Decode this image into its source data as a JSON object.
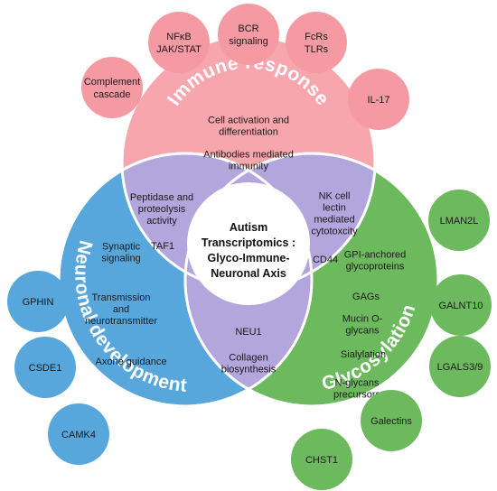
{
  "colors": {
    "immune": "#f7a6ad",
    "immune_bubble": "#f59aa3",
    "neuronal": "#57a7dc",
    "glyco": "#6cba5d",
    "overlap": "#b2a6dd",
    "center": "#ffffff",
    "stroke": "#ffffff"
  },
  "center": {
    "lines": [
      "Autism",
      "Transcriptomics :",
      "Glyco-Immune-",
      "Neuronal Axis"
    ]
  },
  "immune": {
    "title": "Immune response",
    "items": [
      [
        "Cell activation and",
        "differentiation"
      ],
      [
        "Antibodies mediated",
        "immunity"
      ]
    ],
    "bubbles": [
      [
        "NFκB",
        "JAK/STAT"
      ],
      [
        "BCR",
        "signaling"
      ],
      [
        "FcRs",
        "TLRs"
      ],
      [
        "Complement",
        "cascade"
      ],
      [
        "IL-17"
      ]
    ]
  },
  "neuronal": {
    "title": "Neuronal development",
    "items": [
      [
        "Synaptic",
        "signaling"
      ],
      [
        "Transmission",
        "and",
        "neurotransmitter"
      ],
      [
        "Axone guidance"
      ]
    ],
    "bubbles": [
      [
        "GPHIN"
      ],
      [
        "CSDE1"
      ],
      [
        "CAMK4"
      ]
    ]
  },
  "glyco": {
    "title": "Glycosylation",
    "items": [
      [
        "GPI-anchored",
        "glycoproteins"
      ],
      [
        "GAGs"
      ],
      [
        "Mucin O-",
        "glycans"
      ],
      [
        "Sialylation"
      ],
      [
        "N-glycans",
        "precursors"
      ]
    ],
    "bubbles": [
      [
        "LMAN2L"
      ],
      [
        "GALNT10"
      ],
      [
        "LGALS3/9"
      ],
      [
        "Galectins"
      ],
      [
        "CHST1"
      ]
    ]
  },
  "overlaps": {
    "immune_neuronal": [
      [
        "Peptidase and",
        "proteolysis",
        "activity"
      ],
      [
        "TAF1"
      ]
    ],
    "immune_glyco": [
      [
        "NK cell",
        "lectin",
        "mediated",
        "cytotoxcity"
      ],
      [
        "CD44"
      ]
    ],
    "neuronal_glyco": [
      [
        "NEU1"
      ],
      [
        "Collagen",
        "biosynthesis"
      ]
    ]
  }
}
